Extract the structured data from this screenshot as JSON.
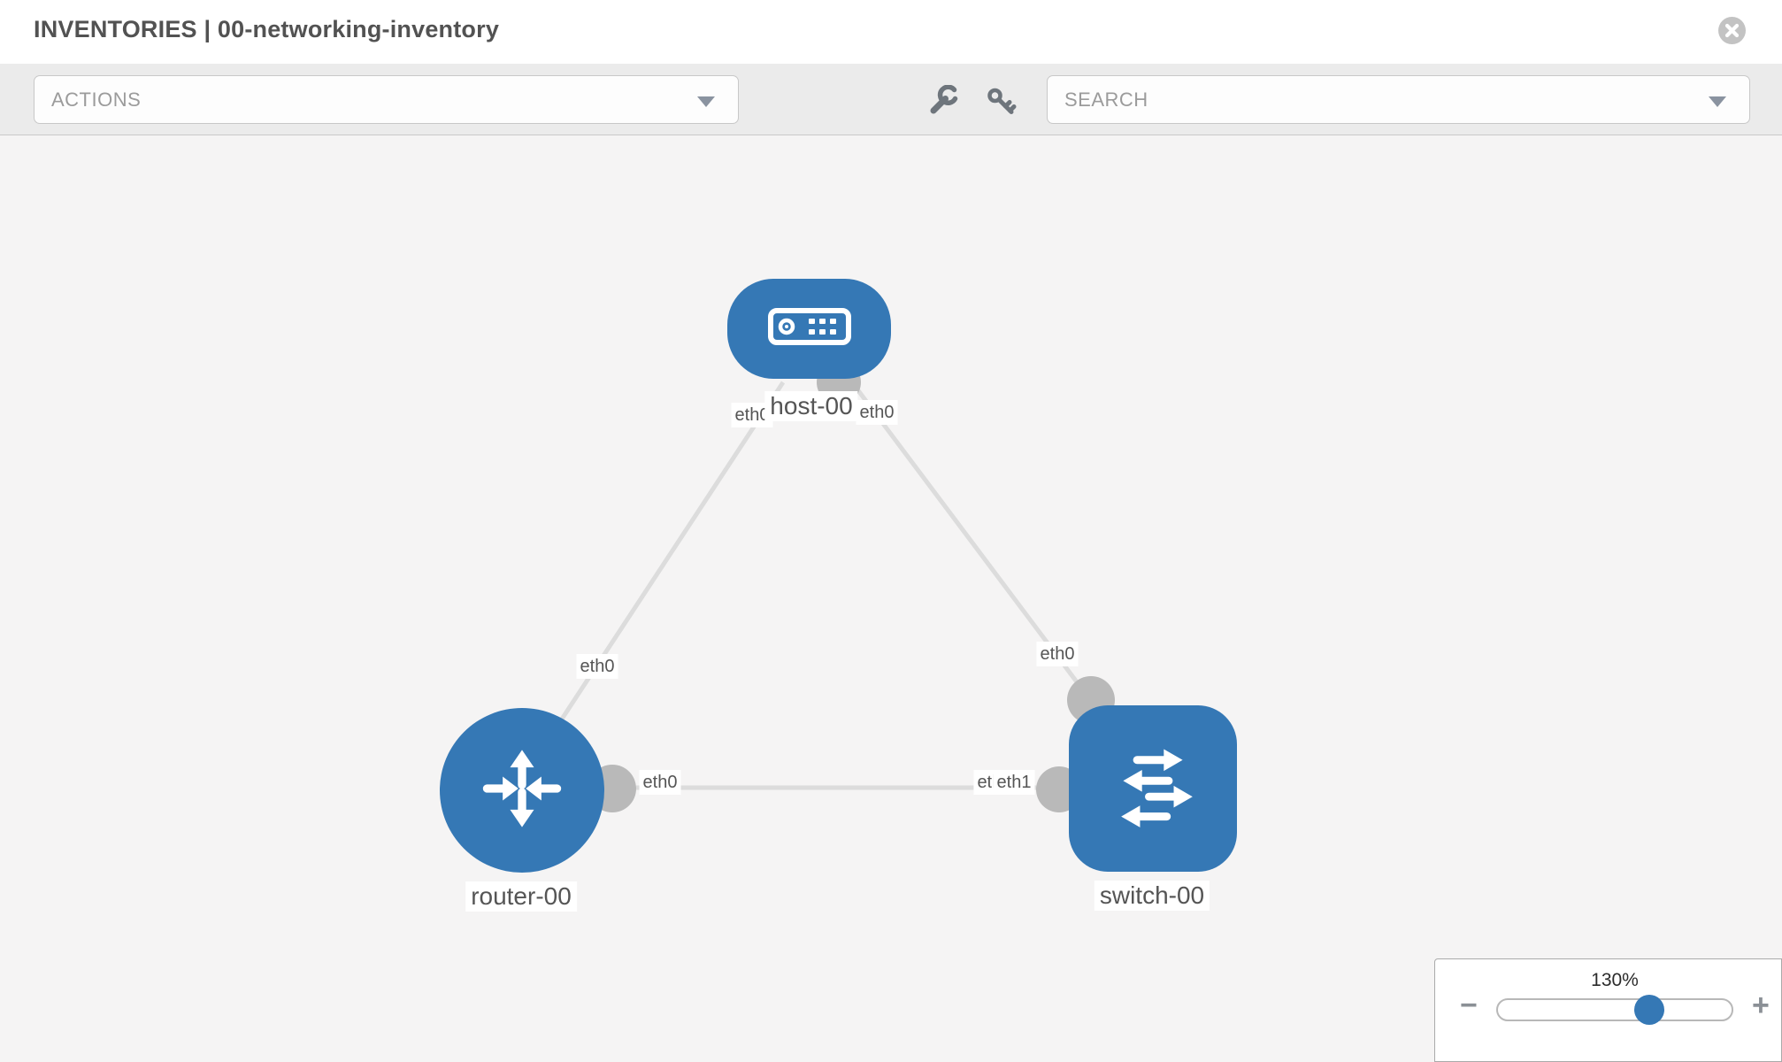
{
  "header": {
    "title": "INVENTORIES | 00-networking-inventory"
  },
  "toolbar": {
    "actions_label": "ACTIONS",
    "search_placeholder": "SEARCH"
  },
  "icons": {
    "close": "x-circle-icon",
    "wrench": "wrench-icon",
    "key": "key-icon",
    "dropdown": "chevron-down-icon",
    "host": "server-icon",
    "router": "router-arrows-icon",
    "switch": "switch-arrows-icon",
    "zoom_out": "minus-icon",
    "zoom_in": "plus-icon"
  },
  "graph": {
    "nodes": [
      {
        "id": "host-00",
        "type": "host",
        "label": "host-00"
      },
      {
        "id": "router-00",
        "type": "router",
        "label": "router-00"
      },
      {
        "id": "switch-00",
        "type": "switch",
        "label": "switch-00"
      }
    ],
    "links": [
      {
        "from": "host-00",
        "to": "router-00"
      },
      {
        "from": "host-00",
        "to": "switch-00"
      },
      {
        "from": "router-00",
        "to": "switch-00"
      }
    ],
    "interface_labels": {
      "host_router_at_host": "eth0",
      "host_switch_at_host": "eth0",
      "host_router_mid": "eth0",
      "host_switch_mid": "eth0",
      "router_switch_at_router": "eth0",
      "router_switch_at_switch_under": "etl",
      "router_switch_at_switch": "eth1"
    }
  },
  "zoom_panel": {
    "level": "130%",
    "percent": 130,
    "minus_label": "−",
    "plus_label": "+"
  },
  "colors": {
    "node_blue": "#3578b5",
    "port_gray": "#b9b9b9",
    "link_gray": "#dcdcdc",
    "canvas_bg": "#f5f4f4",
    "toolbar_bg": "#ebebeb",
    "handle_blue": "#3578b5"
  }
}
